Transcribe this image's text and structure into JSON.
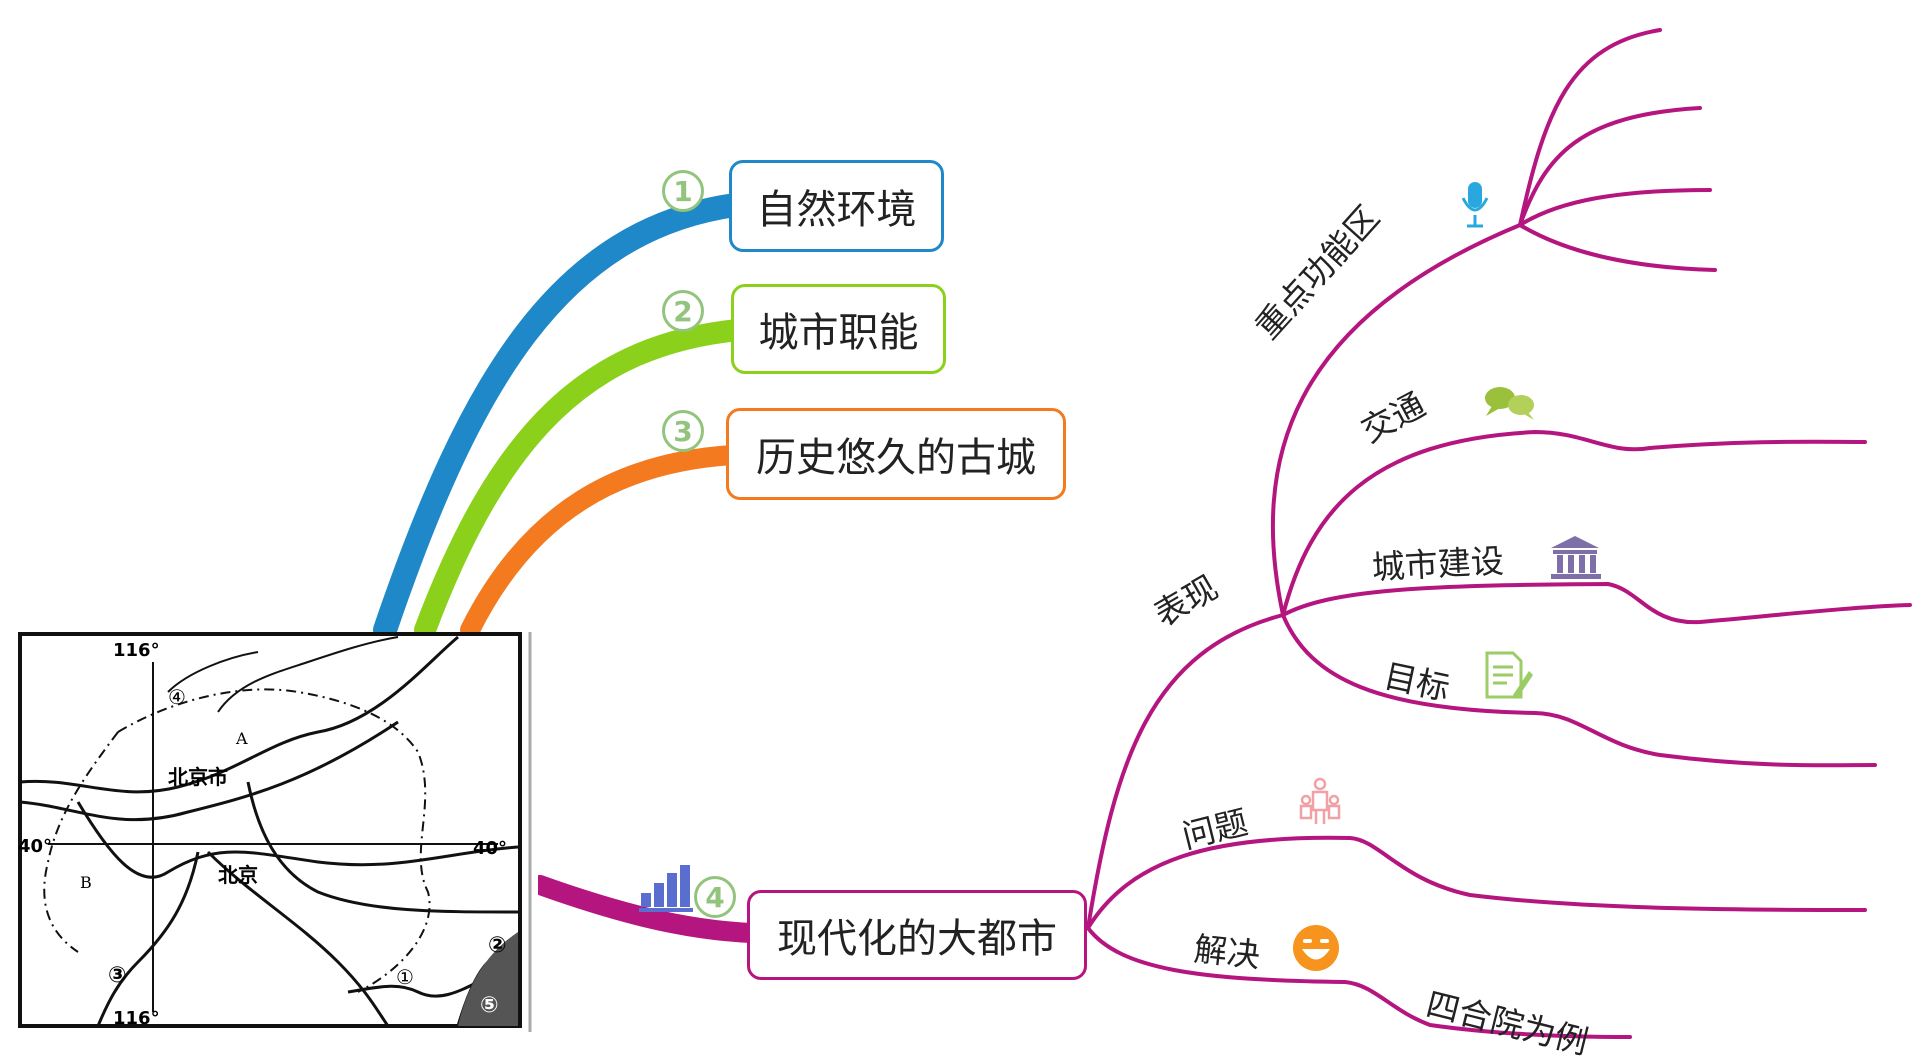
{
  "topics": {
    "t1": {
      "num": "1",
      "label": "自然环境",
      "color": "#1e88c8"
    },
    "t2": {
      "num": "2",
      "label": "城市职能",
      "color": "#8bd11b"
    },
    "t3": {
      "num": "3",
      "label": "历史悠久的古城",
      "color": "#f47a20"
    },
    "t4": {
      "num": "4",
      "label": "现代化的大都市",
      "color": "#b5157f"
    }
  },
  "branches": {
    "biaoxian": "表现",
    "zhongdian": "重点功能区",
    "jiaotong": "交通",
    "chengshi": "城市建设",
    "mubiao": "目标",
    "wenti": "问题",
    "jiejue": "解决",
    "siheyuan": "四合院为例"
  },
  "map": {
    "lon_top": "116°",
    "lon_bottom": "116°",
    "lat_left": "40°",
    "lat_right": "40°",
    "city_label": "北京市",
    "center_label": "北京",
    "mark_a": "A",
    "mark_b": "B",
    "c1": "①",
    "c2": "②",
    "c3": "③",
    "c4": "④",
    "c5": "⑤"
  },
  "icons": {
    "microphone": "microphone-icon",
    "chat": "chat-bubbles-icon",
    "museum": "museum-icon",
    "document": "document-edit-icon",
    "people": "people-icon",
    "smiley": "smiley-icon",
    "bar_chart": "bar-chart-icon"
  }
}
